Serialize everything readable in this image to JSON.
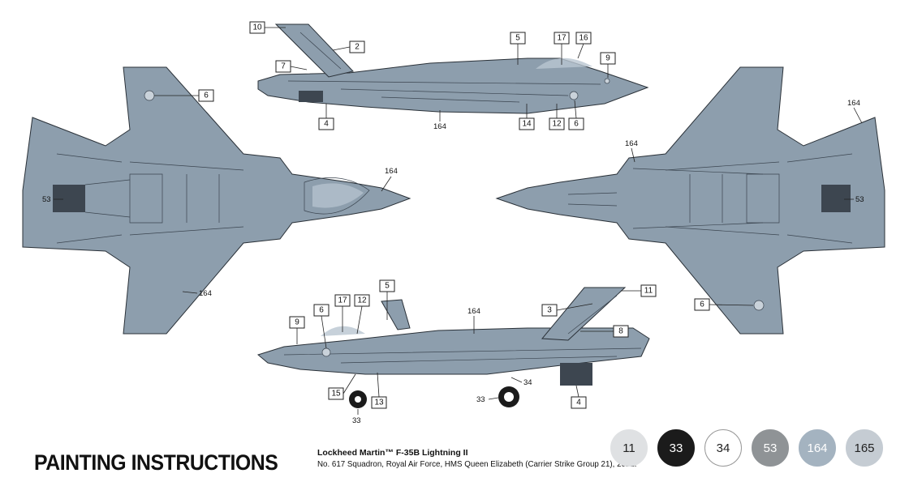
{
  "title": "PAINTING INSTRUCTIONS",
  "subject": {
    "line1": "Lockheed Martin™ F-35B Lightning II",
    "line2": "No. 617 Squadron, Royal Air Force, HMS Queen Elizabeth (Carrier Strike Group 21), 2021."
  },
  "swatches": [
    {
      "code": "11",
      "color": "#dfe1e3",
      "text_color": "#222222"
    },
    {
      "code": "33",
      "color": "#1b1b1b",
      "text_color": "#ffffff"
    },
    {
      "code": "34",
      "color": "#ffffff",
      "text_color": "#222222"
    },
    {
      "code": "53",
      "color": "#8f9396",
      "text_color": "#ffffff"
    },
    {
      "code": "164",
      "color": "#a4b3c0",
      "text_color": "#ffffff"
    },
    {
      "code": "165",
      "color": "#c5ccd3",
      "text_color": "#222222"
    }
  ],
  "callouts": {
    "side_top": [
      "10",
      "2",
      "7",
      "4",
      "164",
      "5",
      "17",
      "16",
      "9",
      "14",
      "12",
      "6"
    ],
    "top_view": [
      "6",
      "53",
      "164",
      "164"
    ],
    "bottom_view": [
      "164",
      "164",
      "53",
      "6"
    ],
    "side_bottom": [
      "5",
      "17",
      "12",
      "6",
      "9",
      "164",
      "3",
      "11",
      "8",
      "15",
      "33",
      "13",
      "34",
      "33",
      "4"
    ]
  }
}
